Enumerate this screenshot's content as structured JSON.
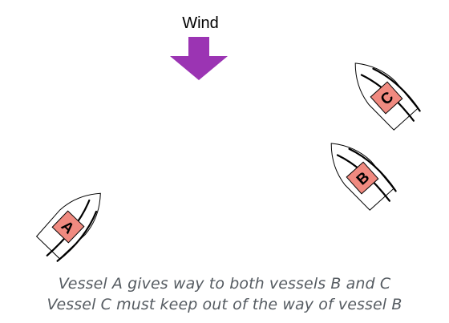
{
  "wind": {
    "label": "Wind",
    "arrow_color": "#9b34b3",
    "direction": "down"
  },
  "vessels": [
    {
      "id": "A",
      "label": "A",
      "cabin_color": "#f08a80"
    },
    {
      "id": "B",
      "label": "B",
      "cabin_color": "#f08a80"
    },
    {
      "id": "C",
      "label": "C",
      "cabin_color": "#f08a80"
    }
  ],
  "caption": {
    "line1": "Vessel A gives way to both vessels B and C",
    "line2": "Vessel C must keep out of the way of vessel B"
  }
}
